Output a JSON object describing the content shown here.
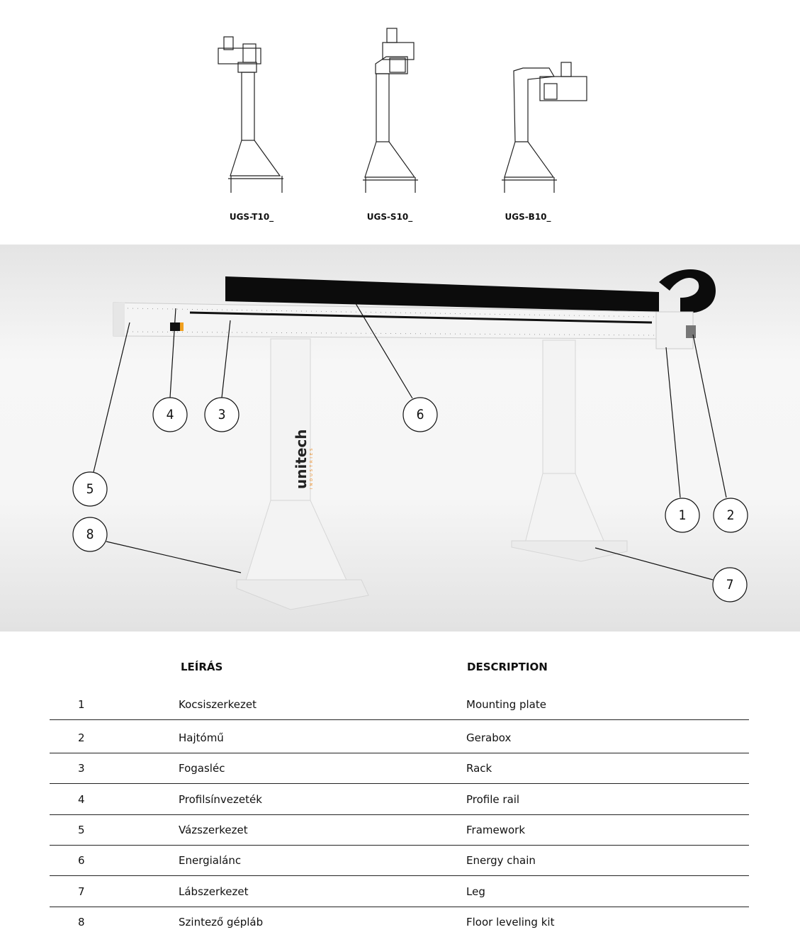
{
  "variants": [
    {
      "label": "UGS-T10_"
    },
    {
      "label": "UGS-S10_"
    },
    {
      "label": "UGS-B10_"
    }
  ],
  "brand": {
    "logo_text": "unitech",
    "logo_sub": "INDUSTRIES",
    "accent": "#f08a1c"
  },
  "callouts": [
    "1",
    "2",
    "3",
    "4",
    "5",
    "6",
    "7",
    "8"
  ],
  "table": {
    "headers": {
      "hu": "LEÍRÁS",
      "en": "DESCRIPTION"
    },
    "rows": [
      {
        "num": "1",
        "hu": "Kocsiszerkezet",
        "en": "Mounting plate"
      },
      {
        "num": "2",
        "hu": "Hajtómű",
        "en": "Gerabox"
      },
      {
        "num": "3",
        "hu": "Fogasléc",
        "en": "Rack"
      },
      {
        "num": "4",
        "hu": "Profilsínvezeték",
        "en": "Profile rail"
      },
      {
        "num": "5",
        "hu": "Vázszerkezet",
        "en": "Framework"
      },
      {
        "num": "6",
        "hu": "Energialánc",
        "en": "Energy chain"
      },
      {
        "num": "7",
        "hu": "Lábszerkezet",
        "en": "Leg"
      },
      {
        "num": "8",
        "hu": "Szintező gépláb",
        "en": "Floor leveling kit"
      }
    ]
  }
}
